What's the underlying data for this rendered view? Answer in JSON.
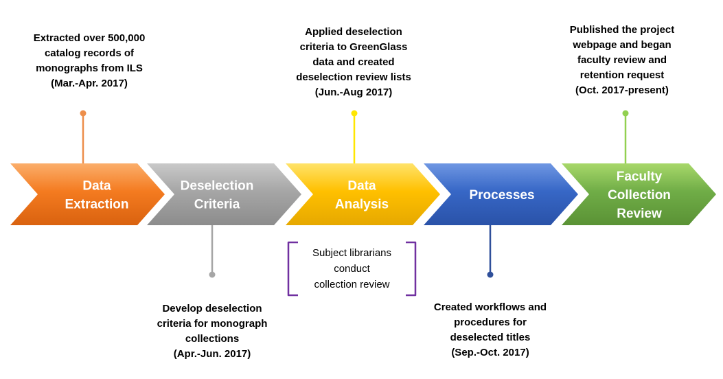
{
  "steps": [
    {
      "lines": [
        "Data",
        "Extraction"
      ],
      "color_light": "#fbae6b",
      "color": "#f47b20",
      "color_dark": "#d9620f",
      "connector": "#ed8e4a",
      "note_position": "above",
      "note_lines": [
        "Extracted over 500,000",
        "catalog records of",
        "monographs from ILS",
        "(Mar.-Apr. 2017)"
      ]
    },
    {
      "lines": [
        "Deselection",
        "Criteria"
      ],
      "color_light": "#c9c9c9",
      "color": "#a6a6a6",
      "color_dark": "#8c8c8c",
      "connector": "#a6a6a6",
      "note_position": "below",
      "note_lines": [
        "Develop deselection",
        "criteria for monograph",
        "collections",
        "(Apr.-Jun.  2017)"
      ]
    },
    {
      "lines": [
        "Data",
        "Analysis"
      ],
      "color_light": "#ffe36a",
      "color": "#ffc000",
      "color_dark": "#e6a800",
      "connector": "#ffe600",
      "note_position": "above",
      "note_lines": [
        "Applied deselection",
        "criteria to GreenGlass",
        "data and created",
        "deselection review lists",
        "(Jun.-Aug 2017)"
      ]
    },
    {
      "lines": [
        "Processes"
      ],
      "color_light": "#6f97e3",
      "color": "#3767c6",
      "color_dark": "#2a52a8",
      "connector": "#2f4f9a",
      "note_position": "below",
      "note_lines": [
        "Created workflows and",
        "procedures for",
        "deselected titles",
        "(Sep.-Oct.  2017)"
      ]
    },
    {
      "lines": [
        "Faculty",
        "Collection",
        "Review"
      ],
      "color_light": "#a8d86a",
      "color": "#70ad47",
      "color_dark": "#5a9235",
      "connector": "#92d050",
      "note_position": "above",
      "note_lines": [
        "Published the project",
        "webpage and began",
        "faculty review and",
        "retention request",
        "(Oct. 2017-present)"
      ]
    }
  ],
  "bracket_note": {
    "lines": [
      "Subject librarians",
      "conduct",
      "collection review"
    ],
    "color": "#7030a0"
  }
}
